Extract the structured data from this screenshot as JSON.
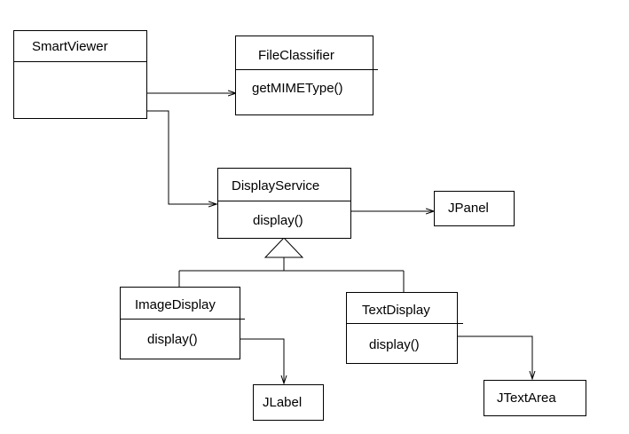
{
  "colors": {
    "stroke": "#000000",
    "background": "#ffffff"
  },
  "classes": {
    "smart_viewer": {
      "name": "SmartViewer"
    },
    "file_classifier": {
      "name": "FileClassifier",
      "method": "getMIMEType()"
    },
    "display_service": {
      "name": "DisplayService",
      "method": "display()"
    },
    "jpanel": {
      "name": "JPanel"
    },
    "image_display": {
      "name": "ImageDisplay",
      "method": "display()"
    },
    "text_display": {
      "name": "TextDisplay",
      "method": "display()"
    },
    "jlabel": {
      "name": "JLabel"
    },
    "jtextarea": {
      "name": "JTextArea"
    }
  }
}
